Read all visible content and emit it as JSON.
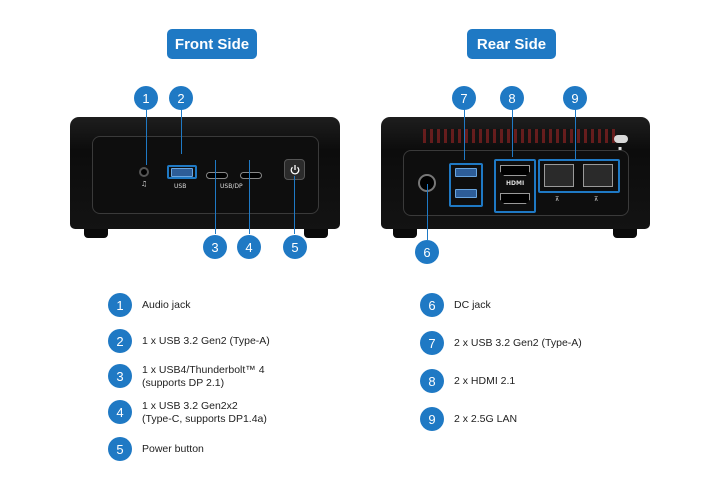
{
  "headers": {
    "front": "Front Side",
    "rear": "Rear Side"
  },
  "port_labels": {
    "usb": "USB",
    "usb_dp": "USB/DP",
    "hdmi": "HDMI",
    "lan_glyph": "⊼"
  },
  "callouts": [
    "1",
    "2",
    "3",
    "4",
    "5",
    "6",
    "7",
    "8",
    "9"
  ],
  "legend": [
    {
      "num": "1",
      "line1": "Audio jack",
      "line2": ""
    },
    {
      "num": "2",
      "line1": "1 x USB 3.2 Gen2 (Type-A)",
      "line2": ""
    },
    {
      "num": "3",
      "line1": "1 x USB4/Thunderbolt™ 4",
      "line2": "(supports DP 2.1)"
    },
    {
      "num": "4",
      "line1": "1 x USB 3.2 Gen2x2",
      "line2": "(Type-C, supports DP1.4a)"
    },
    {
      "num": "5",
      "line1": "Power button",
      "line2": ""
    },
    {
      "num": "6",
      "line1": "DC jack",
      "line2": ""
    },
    {
      "num": "7",
      "line1": "2 x USB 3.2 Gen2 (Type-A)",
      "line2": ""
    },
    {
      "num": "8",
      "line1": "2 x HDMI 2.1",
      "line2": ""
    },
    {
      "num": "9",
      "line1": "2 x 2.5G  LAN",
      "line2": ""
    }
  ],
  "colors": {
    "accent": "#1f79c4",
    "device": "#111111"
  },
  "icons": {
    "power": "power-icon",
    "headphone": "headphone-icon",
    "lock": "lock-icon"
  }
}
